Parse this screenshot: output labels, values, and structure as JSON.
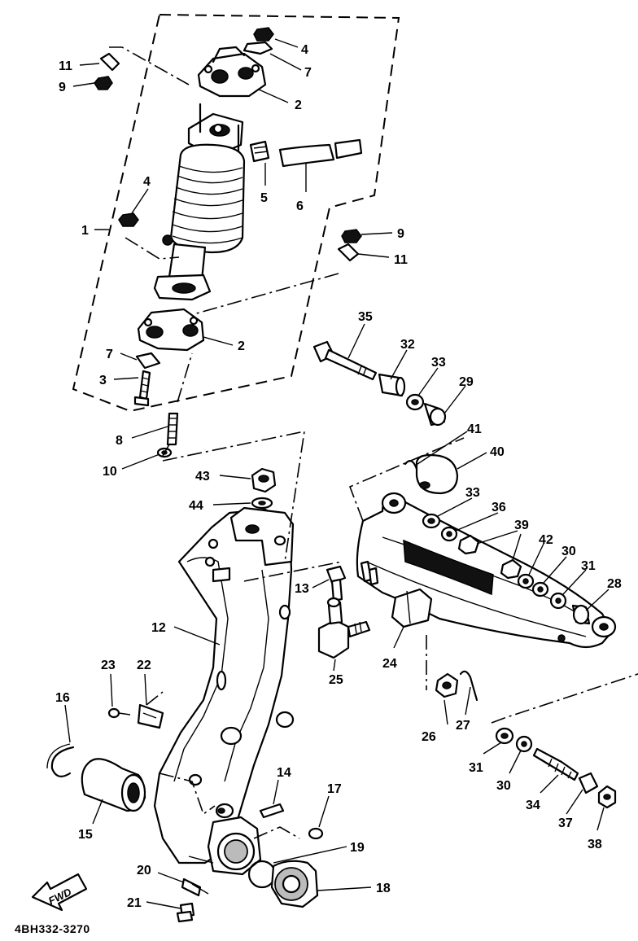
{
  "diagram": {
    "drawing_code": "4BH332-3270",
    "fwd_label": "FWD",
    "callouts": [
      "11",
      "9",
      "4",
      "7",
      "2",
      "4",
      "5",
      "6",
      "1",
      "9",
      "11",
      "2",
      "7",
      "3",
      "8",
      "10",
      "35",
      "32",
      "33",
      "29",
      "41",
      "40",
      "43",
      "44",
      "33",
      "36",
      "39",
      "42",
      "30",
      "31",
      "28",
      "13",
      "12",
      "25",
      "24",
      "23",
      "22",
      "16",
      "26",
      "27",
      "15",
      "31",
      "30",
      "34",
      "37",
      "38",
      "14",
      "17",
      "19",
      "18",
      "20",
      "21"
    ]
  }
}
